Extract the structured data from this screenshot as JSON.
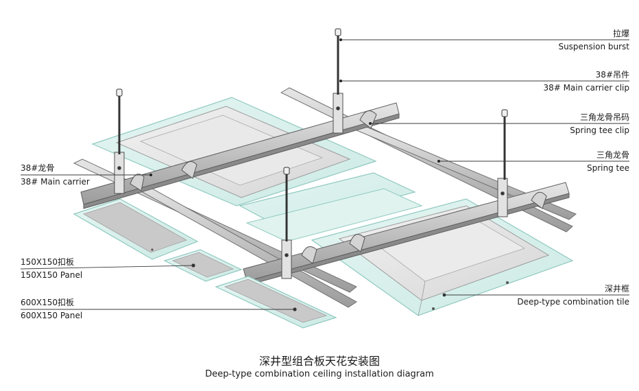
{
  "labels": {
    "suspension_cn": "拉爆",
    "suspension_en": "Suspension burst",
    "clip_cn": "38#吊件",
    "clip_en": "38# Main carrier clip",
    "teeclip_cn": "三角龙骨吊码",
    "teeclip_en": "Spring tee clip",
    "tee_cn": "三角龙骨",
    "tee_en": "Spring tee",
    "carrier_cn": "38#龙骨",
    "carrier_en": "38# Main carrier",
    "panel150_cn": "150X150扣板",
    "panel150_en": "150X150 Panel",
    "panel600_cn": "600X150扣板",
    "panel600_en": "600X150 Panel",
    "tile_cn": "深井框",
    "tile_en": "Deep-type combination tile"
  },
  "caption": {
    "cn": "深井型组合板天花安装图",
    "en": "Deep-type combination ceiling installation diagram"
  },
  "colors": {
    "panel_glass": "#d8f0ec",
    "panel_edge": "#8fc9c0",
    "steel": "#c9c9c9",
    "steel_dark": "#8a8a8a",
    "leader": "#3a3a3a"
  }
}
